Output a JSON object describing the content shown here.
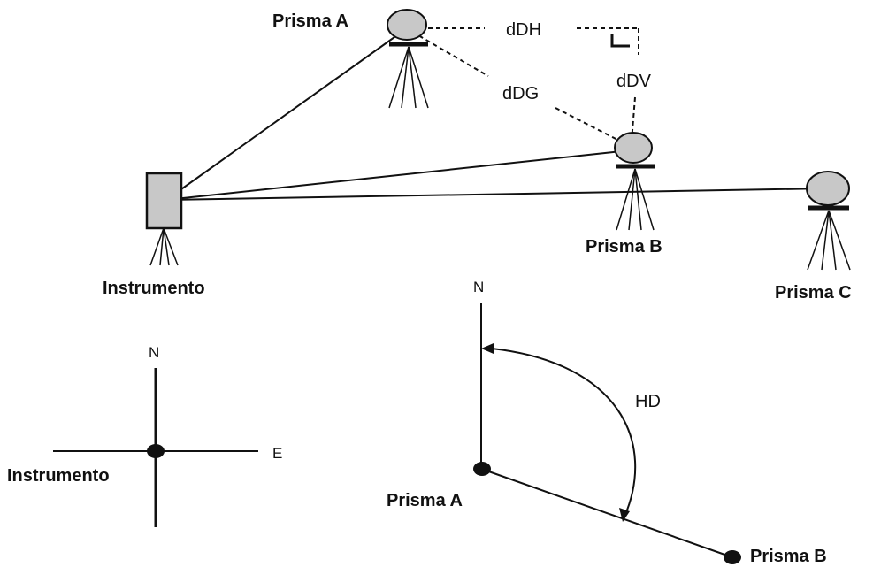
{
  "labels": {
    "prisma_a_top": "Prisma A",
    "prisma_b_top": "Prisma B",
    "prisma_c_top": "Prisma C",
    "instrumento_top": "Instrumento",
    "ddh": "dDH",
    "ddg": "dDG",
    "ddv": "dDV",
    "north_left": "N",
    "east_left": "E",
    "instrumento_bottom": "Instrumento",
    "north_right": "N",
    "hd": "HD",
    "prisma_a_bottom": "Prisma A",
    "prisma_b_bottom": "Prisma B"
  },
  "colors": {
    "ink": "#111111",
    "prism_fill": "#c8c8c8",
    "instrument_fill": "#c8c8c8"
  }
}
